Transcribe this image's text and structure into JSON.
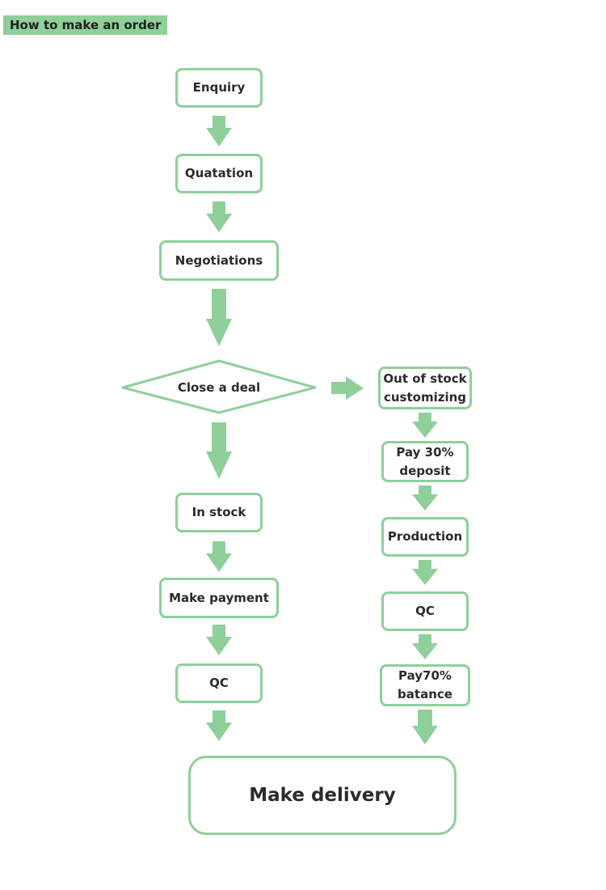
{
  "title": "How to make an order",
  "colors": {
    "accent": "#8fcf99",
    "text": "#2b2b2b",
    "background": "#ffffff"
  },
  "flowchart": {
    "main_steps": {
      "enquiry": "Enquiry",
      "quotation": "Quatation",
      "negotiations": "Negotiations",
      "decision": "Close a deal"
    },
    "in_stock_branch": {
      "in_stock": "In stock",
      "make_payment": "Make payment",
      "qc": "QC"
    },
    "custom_branch": {
      "out_of_stock": "Out of stock\ncustomizing",
      "deposit": "Pay 30%\ndeposit",
      "production": "Production",
      "qc": "QC",
      "balance": "Pay70%\nbatance"
    },
    "final_step": "Make delivery"
  }
}
